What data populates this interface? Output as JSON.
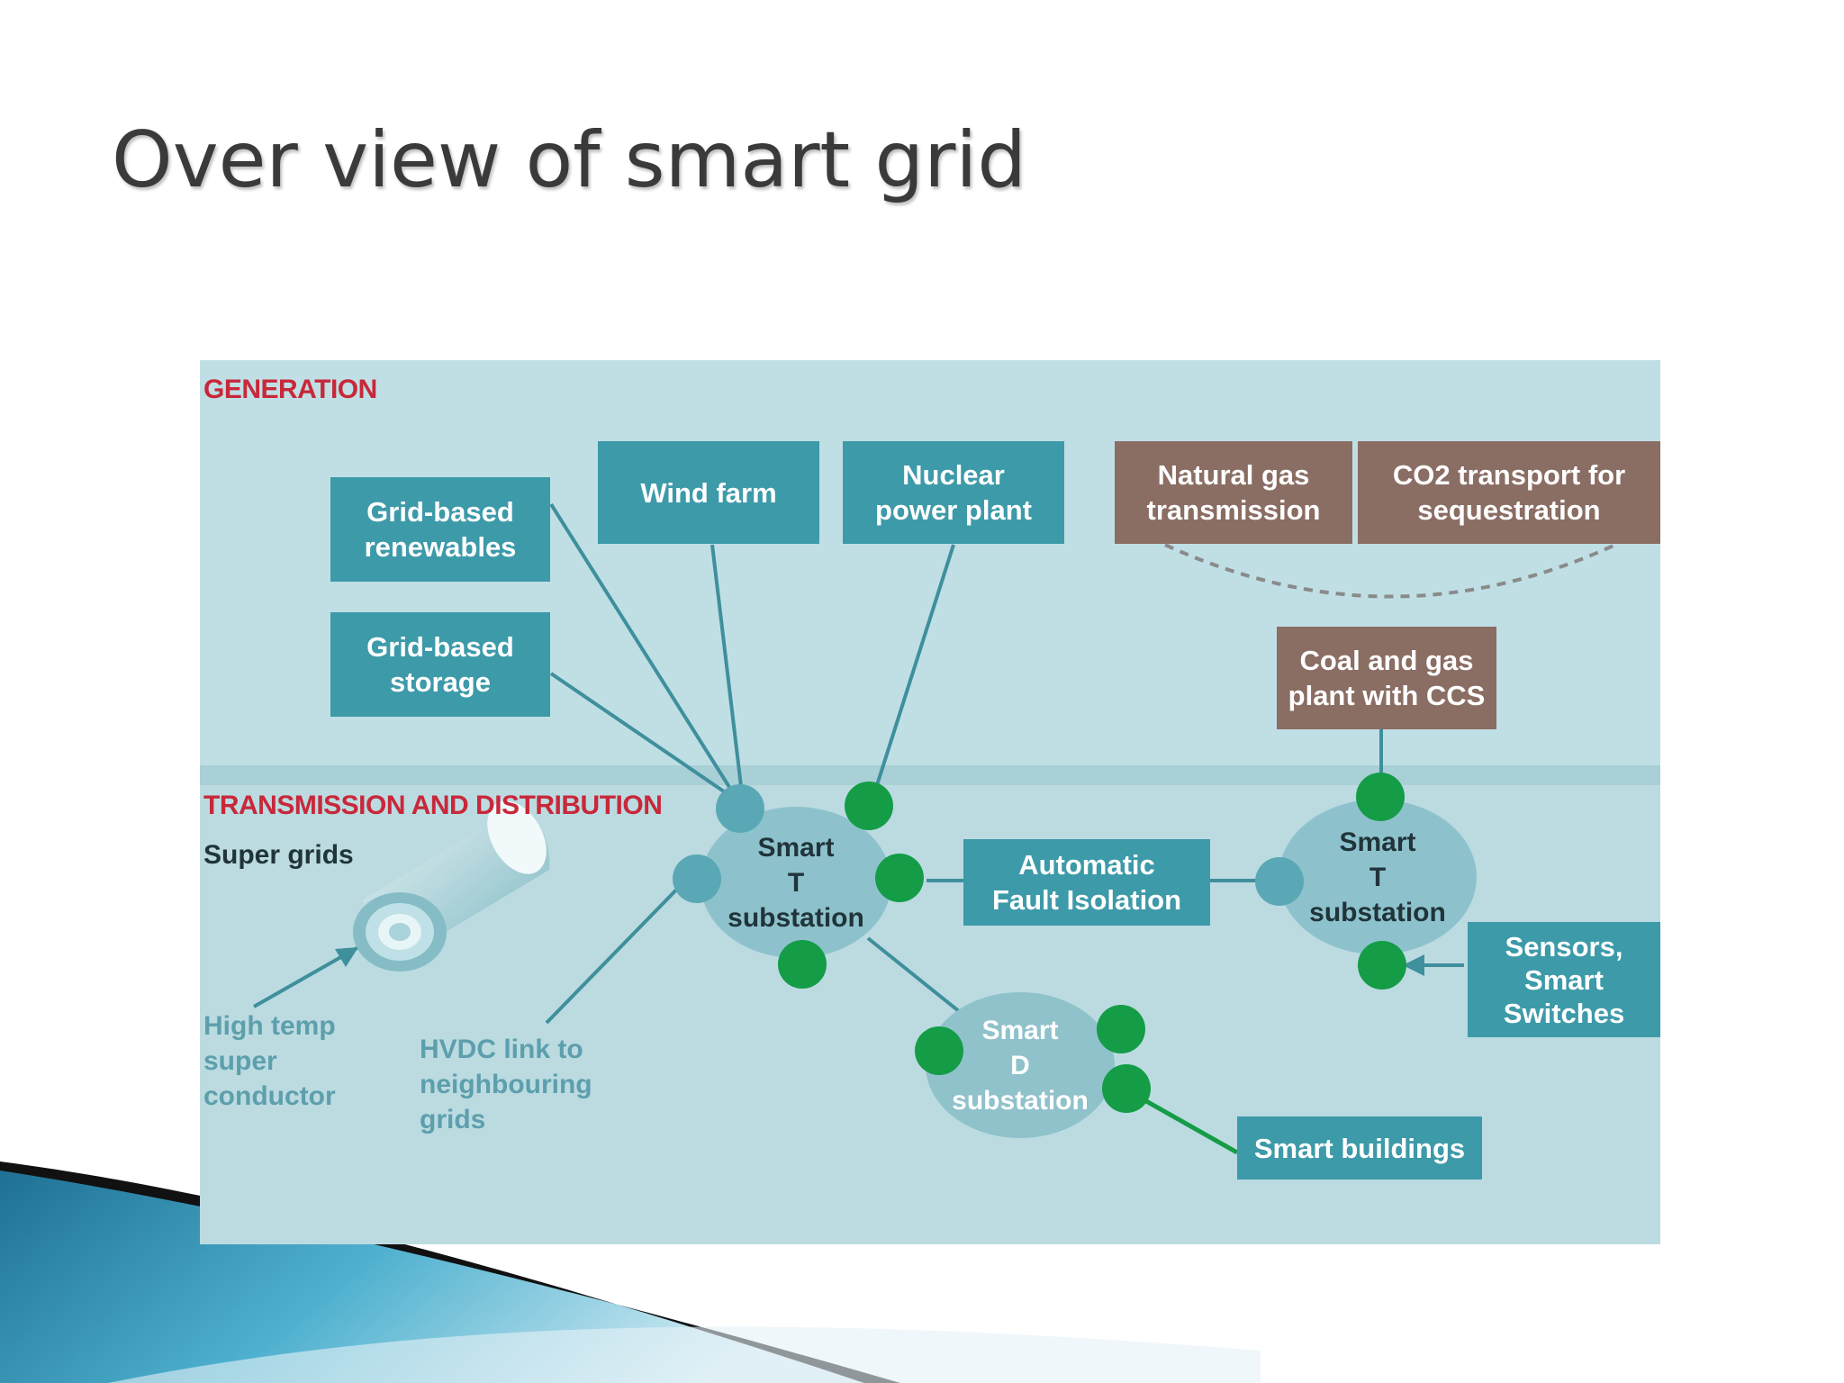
{
  "slide": {
    "title": "Over view of smart grid"
  },
  "diagram": {
    "sections": {
      "generation": "GENERATION",
      "transmission": "TRANSMISSION AND DISTRIBUTION"
    },
    "boxes": {
      "grid_renewables": "Grid-based\nrenewables",
      "grid_storage": "Grid-based\nstorage",
      "wind_farm": "Wind farm",
      "nuclear": "Nuclear\npower plant",
      "natural_gas": "Natural gas\ntransmission",
      "co2": "CO2 transport for\nsequestration",
      "coal_gas": "Coal and gas\nplant with CCS",
      "fault_isolation": "Automatic\nFault Isolation",
      "sensors": "Sensors,\nSmart\nSwitches",
      "smart_buildings": "Smart buildings"
    },
    "substations": {
      "t_left": "Smart\nT\nsubstation",
      "t_right": "Smart\nT\nsubstation",
      "d": "Smart\nD\nsubstation"
    },
    "labels": {
      "super_grids": "Super grids",
      "high_temp": "High temp\nsuper\nconductor",
      "hvdc": "HVDC link to\nneighbouring\ngrids"
    },
    "colors": {
      "teal_box": "#3d9aa9",
      "brown_box": "#8a6d63",
      "green_node": "#149c47",
      "section_red": "#c8283a",
      "background": "#bfdfe5"
    }
  }
}
